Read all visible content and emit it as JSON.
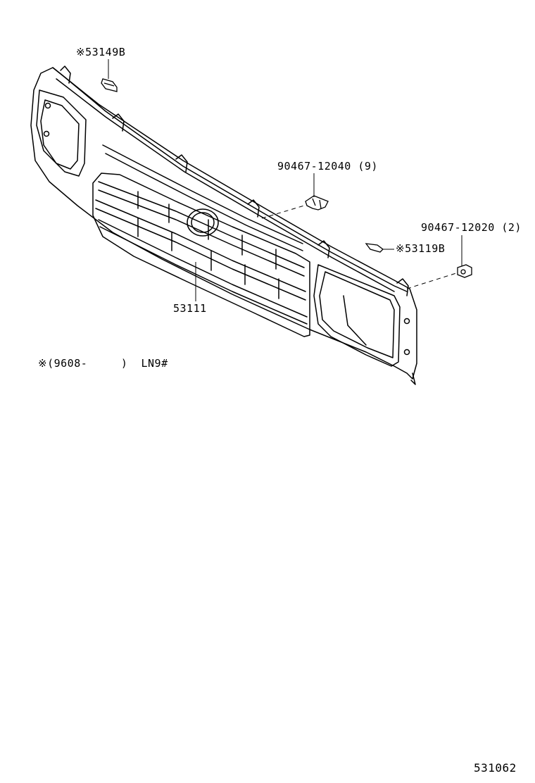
{
  "labels": {
    "part_53149b": "※53149B",
    "part_9046712040": "90467-12040 (9)",
    "part_9046712020": "90467-12020 (2)",
    "part_53119b": "※53119B",
    "part_53111": "53111",
    "note": "※(9608-     )  LN9#",
    "figure_number": "531062"
  },
  "colors": {
    "line": "#000000",
    "background": "#ffffff"
  }
}
